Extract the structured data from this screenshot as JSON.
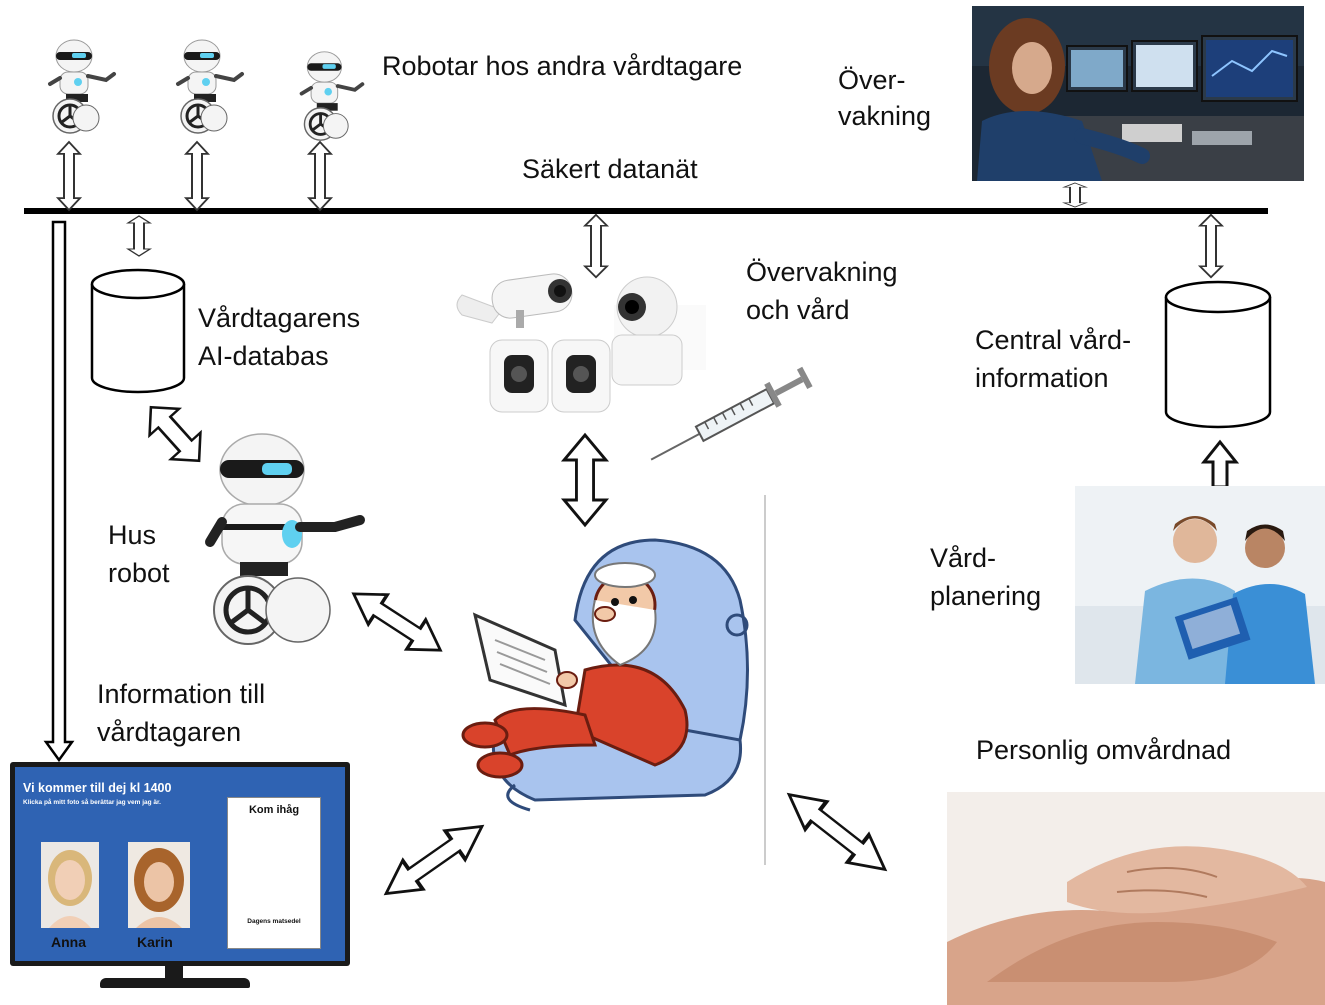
{
  "labels": {
    "robots_others": "Robotar hos andra vårdtagare",
    "monitoring_top_1": "Över-",
    "monitoring_top_2": "vakning",
    "secure_network": "Säkert datanät",
    "ai_db_1": "Vårdtagarens",
    "ai_db_2": "AI-databas",
    "monitoring_care_1": "Övervakning",
    "monitoring_care_2": "och vård",
    "central_1": "Central vård-",
    "central_2": "information",
    "house_robot_1": "Hus",
    "house_robot_2": "robot",
    "care_planning_1": "Vård-",
    "care_planning_2": "planering",
    "info_patient_1": "Information till",
    "info_patient_2": "vårdtagaren",
    "personal_care": "Personlig omvårdnad"
  },
  "tv": {
    "headline": "Vi kommer till dej kl 1400",
    "subline": "Klicka på mitt foto så berättar jag vem jag är.",
    "person1": "Anna",
    "person2": "Karin",
    "reminder_title": "Kom ihåg",
    "reminder_footer": "Dagens matsedel"
  },
  "colors": {
    "tv_blue": "#2f63b3",
    "chair_blue": "#a9c4ee",
    "nurse_blue": "#3a8fd6",
    "robot_white": "#f4f4f4",
    "robot_band": "#1a1a1a",
    "glow_cyan": "#5fd0f0"
  },
  "icons": {
    "robot": "robot-icon",
    "database": "cylinder-database-icon",
    "camera": "security-camera-icon",
    "syringe": "syringe-icon",
    "arrow": "double-arrow-icon"
  }
}
